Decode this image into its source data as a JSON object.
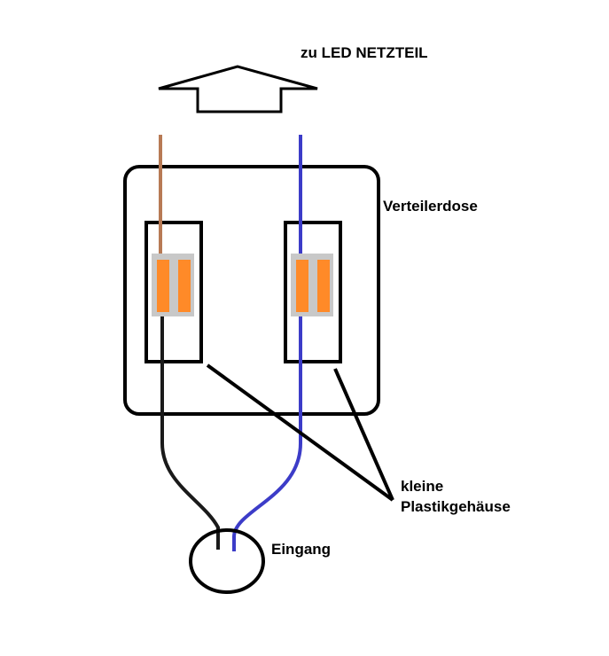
{
  "labels": {
    "top": "zu LED NETZTEIL",
    "box": "Verteilerdose",
    "housing_line1": "kleine",
    "housing_line2": "Plastikgehäuse",
    "input": "Eingang"
  },
  "colors": {
    "outline": "#000000",
    "brown_wire": "#b87a55",
    "blue_wire": "#3c3cc8",
    "black_wire": "#1a1a1a",
    "clamp_body": "#c8c8c8",
    "clamp_contact": "#ff8a28"
  }
}
